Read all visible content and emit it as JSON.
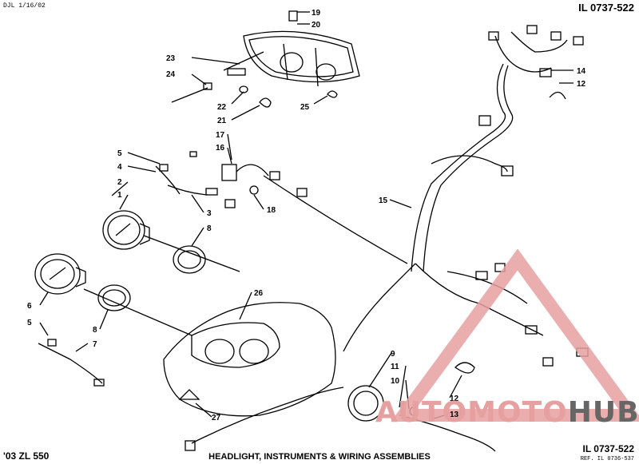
{
  "header": {
    "doc_code": "DJL 1/16/02",
    "il_number": "IL 0737-522"
  },
  "footer": {
    "model": "'03 ZL 550",
    "title": "HEADLIGHT, INSTRUMENTS & WIRING ASSEMBLIES",
    "il_number": "IL 0737-522",
    "ref": "REF. IL 0736-537"
  },
  "watermark": {
    "part_a": "AUTOMOTO",
    "part_b": "HUB",
    "color_a": "#e7a0a0",
    "color_b": "#666666"
  },
  "callouts": [
    {
      "id": "c19",
      "label": "19"
    },
    {
      "id": "c20",
      "label": "20"
    },
    {
      "id": "c23",
      "label": "23"
    },
    {
      "id": "c24",
      "label": "24"
    },
    {
      "id": "c22",
      "label": "22"
    },
    {
      "id": "c21",
      "label": "21"
    },
    {
      "id": "c25",
      "label": "25"
    },
    {
      "id": "c14",
      "label": "14"
    },
    {
      "id": "c12a",
      "label": "12"
    },
    {
      "id": "c17",
      "label": "17"
    },
    {
      "id": "c16",
      "label": "16"
    },
    {
      "id": "c5a",
      "label": "5"
    },
    {
      "id": "c4",
      "label": "4"
    },
    {
      "id": "c2",
      "label": "2"
    },
    {
      "id": "c1",
      "label": "1"
    },
    {
      "id": "c3",
      "label": "3"
    },
    {
      "id": "c18",
      "label": "18"
    },
    {
      "id": "c8a",
      "label": "8"
    },
    {
      "id": "c15",
      "label": "15"
    },
    {
      "id": "c6",
      "label": "6"
    },
    {
      "id": "c5b",
      "label": "5"
    },
    {
      "id": "c8b",
      "label": "8"
    },
    {
      "id": "c7",
      "label": "7"
    },
    {
      "id": "c26",
      "label": "26"
    },
    {
      "id": "c9",
      "label": "9"
    },
    {
      "id": "c11",
      "label": "11"
    },
    {
      "id": "c10",
      "label": "10"
    },
    {
      "id": "c12b",
      "label": "12"
    },
    {
      "id": "c13",
      "label": "13"
    },
    {
      "id": "c27",
      "label": "27"
    }
  ]
}
